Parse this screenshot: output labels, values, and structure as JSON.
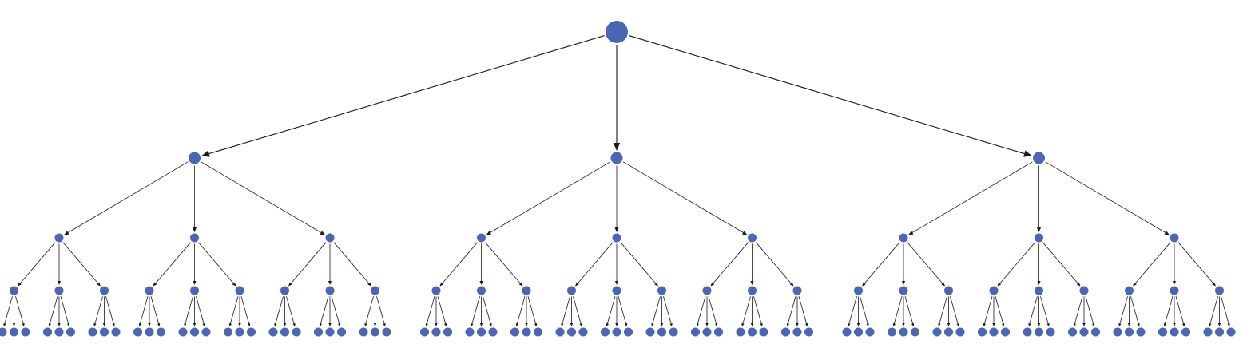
{
  "diagram": {
    "type": "tree",
    "branching_factor": 3,
    "levels": 5,
    "node_color": "#4a66b5",
    "edge_color": "#1a1a1a",
    "arrow_color": "#1a1a1a",
    "edge_direction": "parent-to-child",
    "labels": []
  }
}
